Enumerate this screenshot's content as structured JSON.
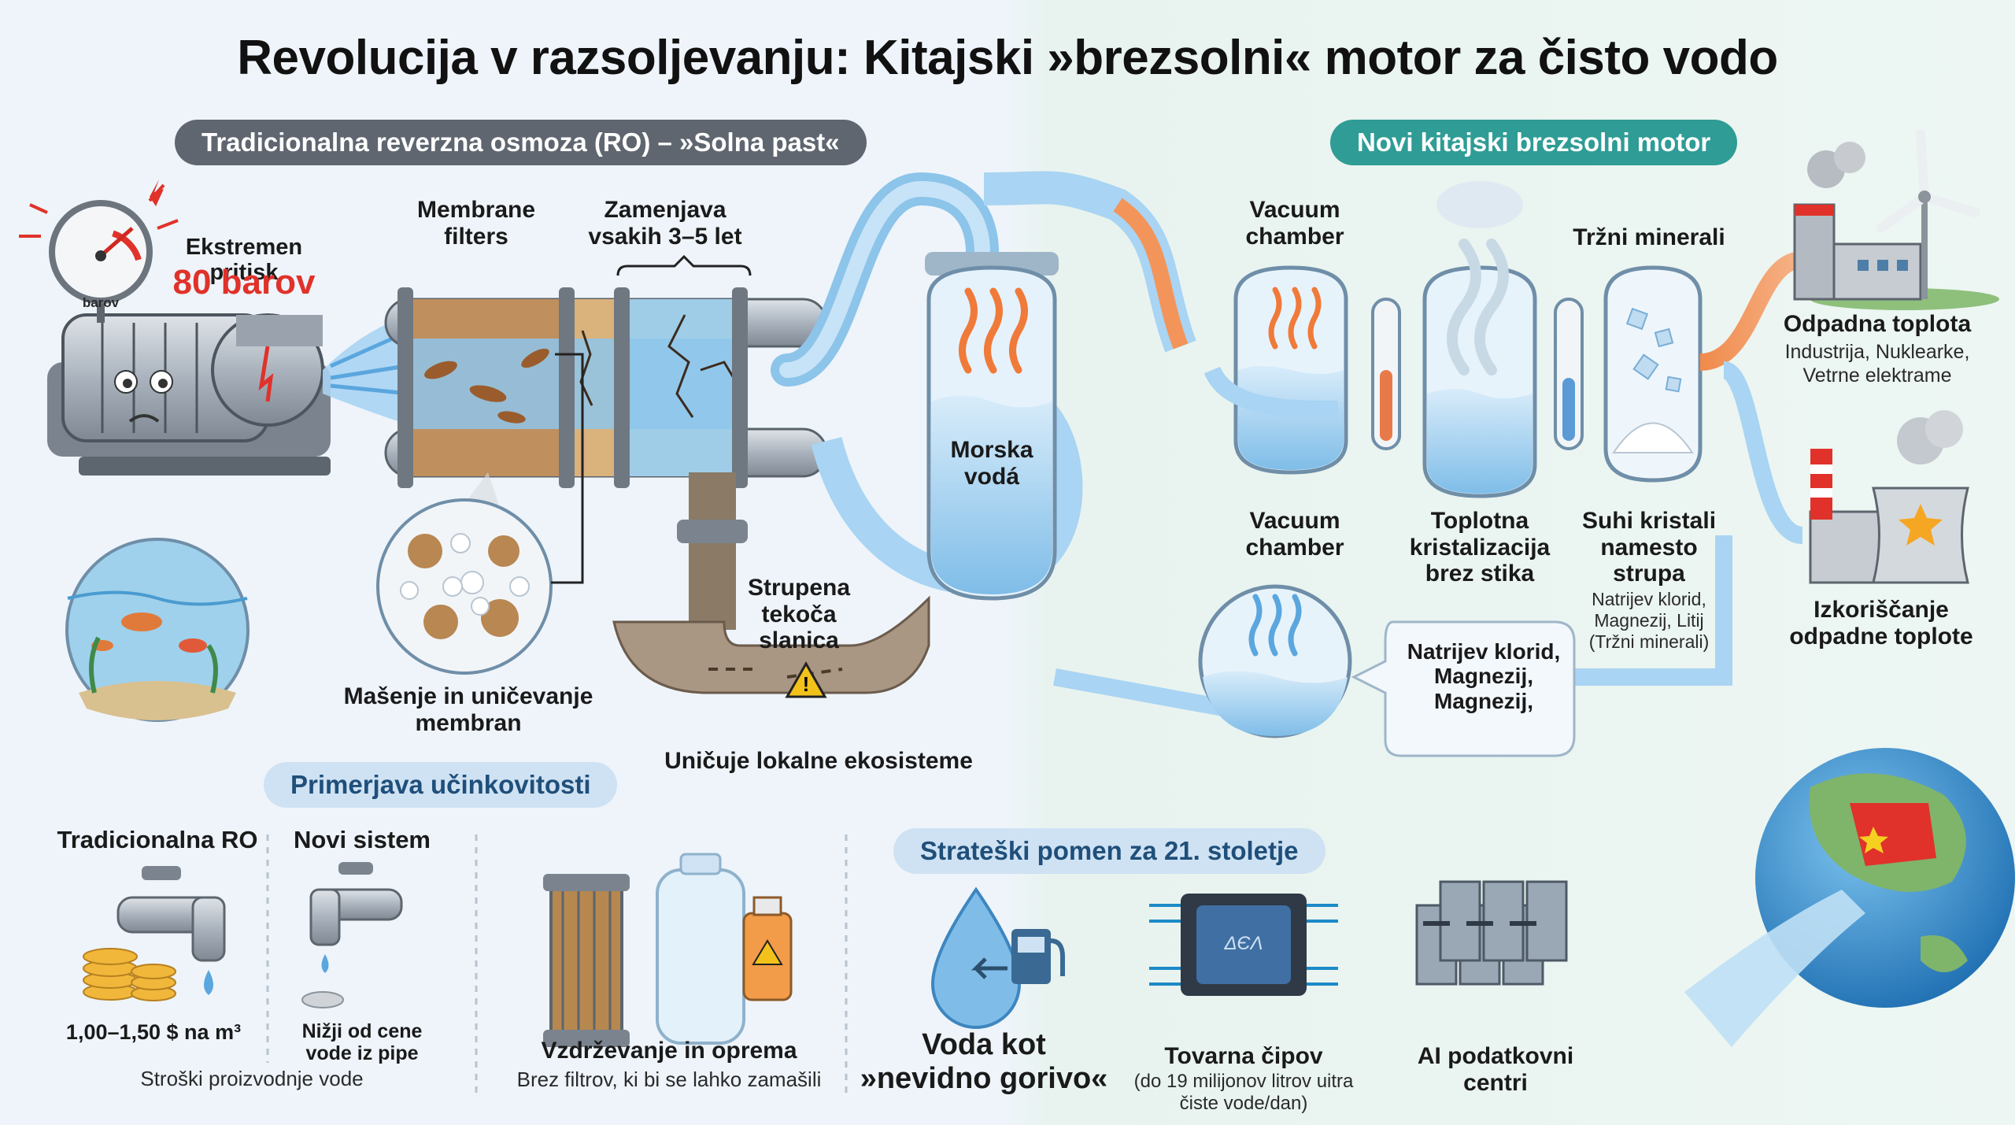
{
  "title": "Revolucija v razsoljevanju: Kitajski »brezsolni« motor za čisto vodo",
  "sections": {
    "traditional": "Tradicionalna reverzna osmoza (RO) – »Solna past«",
    "new_engine": "Novi kitajski brezsolni motor",
    "comparison": "Primerjava učinkovitosti",
    "strategic": "Strateški pomen za 21. stoletje"
  },
  "traditional": {
    "gauge_label": "barov",
    "pressure_label": "Ekstremen pritisk",
    "pressure_value": "80 barov",
    "membrane_label": "Membrane filters",
    "replacement_label": "Zamenjava vsakih 3–5 let",
    "clogging_label": "Mašenje in uničevanje membran",
    "brine_label": "Strupena tekoča slanica",
    "ecosystem_label": "Uničuje lokalne ekosisteme"
  },
  "new_system": {
    "seawater_label": "Morska vodá",
    "vacuum_top": "Vacuum chamber",
    "vacuum_bottom": "Vacuum chamber",
    "crystallization": "Toplotna kristalizacija brez stika",
    "minerals_top": "Tržni minerali",
    "dry_crystals": "Suhi kristali namesto strupa",
    "dry_crystals_sub": "Natrijev klorid, Magnezij, Litij (Tržni minerali)",
    "bubble_text": "Natrijev klorid, Magnezij, Magnezij,",
    "waste_heat_title": "Odpadna toplota",
    "waste_heat_sub": "Industrija, Nuklearke, Vetrne elektrame",
    "waste_heat_use": "Izkoriščanje odpadne toplote"
  },
  "comparison": {
    "traditional_label": "Tradicionalna RO",
    "new_label": "Novi sistem",
    "traditional_cost": "1,00–1,50 $ na m³",
    "new_cost": "Nižji od cene vode iz pipe",
    "cost_caption": "Stroški proizvodnje vode",
    "maintenance_title": "Vzdrževanje in oprema",
    "maintenance_sub": "Brez filtrov, ki bi se lahko zamašili"
  },
  "strategic": {
    "fuel_label": "Voda kot »nevidno gorivo«",
    "chip_label": "Tovarna čipov",
    "chip_sub": "(do 19 milijonov litrov uitra čiste vode/dan)",
    "chip_text": "ΔЄΛ",
    "ai_label": "AI podatkovni centri"
  },
  "colors": {
    "gray_pill": "#5f6670",
    "teal_pill": "#2f9c95",
    "light_pill": "#cfe2f3",
    "water": "#8cc4ea",
    "pressure_red": "#e0322a"
  }
}
